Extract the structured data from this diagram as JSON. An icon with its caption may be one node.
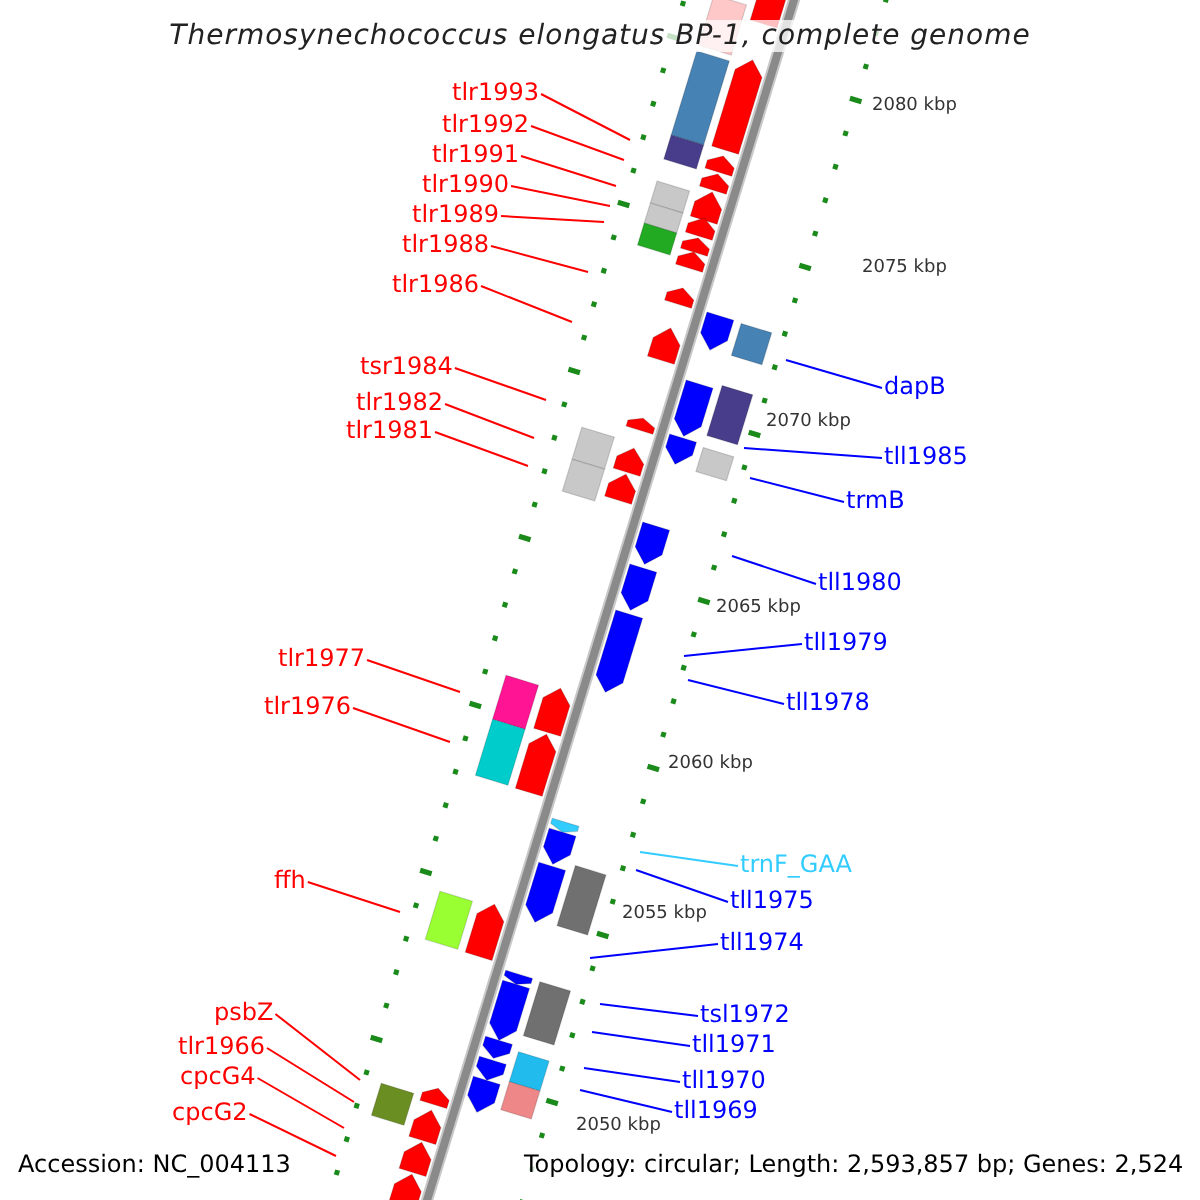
{
  "diagram": {
    "title": "Thermosynechococcus elongatus BP-1, complete genome",
    "nodes": [
      {
        "text": [
          "tlr1993"
        ]
      },
      {
        "text": [
          "tlr1992"
        ]
      },
      {
        "text": [
          "tlr1991"
        ]
      },
      {
        "text": [
          "tlr1990"
        ]
      },
      {
        "text": [
          "tlr1989"
        ]
      },
      {
        "text": [
          "tlr1988"
        ]
      },
      {
        "text": [
          "tlr1986"
        ]
      },
      {
        "text": [
          "tsr1984"
        ]
      },
      {
        "text": [
          "tlr1982"
        ]
      },
      {
        "text": [
          "tlr1981"
        ]
      },
      {
        "text": [
          "tlr1977"
        ]
      },
      {
        "text": [
          "tlr1976"
        ]
      },
      {
        "text": [
          "ffh"
        ]
      },
      {
        "text": [
          "psbZ"
        ]
      },
      {
        "text": [
          "tlr1966"
        ]
      },
      {
        "text": [
          "cpcG4"
        ]
      },
      {
        "text": [
          "cpcG2"
        ]
      },
      {
        "text": [
          "dapB"
        ]
      },
      {
        "text": [
          "tll1985"
        ]
      },
      {
        "text": [
          "trmB"
        ]
      },
      {
        "text": [
          "tll1980"
        ]
      },
      {
        "text": [
          "tll1979"
        ]
      },
      {
        "text": [
          "tll1978"
        ]
      },
      {
        "text": [
          "trnF_GAA"
        ]
      },
      {
        "text": [
          "tll1975"
        ]
      },
      {
        "text": [
          "tll1974"
        ]
      },
      {
        "text": [
          "tsl1972"
        ]
      },
      {
        "text": [
          "tll1971"
        ]
      },
      {
        "text": [
          "tll1970"
        ]
      },
      {
        "text": [
          "tll1969"
        ]
      }
    ],
    "edges": [
      {
        "from": 0,
        "to": null,
        "arrow": "none"
      },
      {
        "from": 1,
        "to": null,
        "arrow": "none"
      },
      {
        "from": 2,
        "to": null,
        "arrow": "none"
      },
      {
        "from": 3,
        "to": null,
        "arrow": "none"
      },
      {
        "from": 4,
        "to": null,
        "arrow": "none"
      },
      {
        "from": 5,
        "to": null,
        "arrow": "none"
      },
      {
        "from": 6,
        "to": null,
        "arrow": "none"
      },
      {
        "from": 7,
        "to": null,
        "arrow": "none"
      },
      {
        "from": 8,
        "to": null,
        "arrow": "none"
      },
      {
        "from": 9,
        "to": null,
        "arrow": "none"
      },
      {
        "from": 10,
        "to": null,
        "arrow": "none"
      },
      {
        "from": 11,
        "to": null,
        "arrow": "none"
      },
      {
        "from": 12,
        "to": null,
        "arrow": "none"
      },
      {
        "from": 13,
        "to": null,
        "arrow": "none"
      },
      {
        "from": 14,
        "to": null,
        "arrow": "none"
      },
      {
        "from": 15,
        "to": null,
        "arrow": "none"
      },
      {
        "from": 16,
        "to": null,
        "arrow": "none"
      },
      {
        "from": 17,
        "to": null,
        "arrow": "none",
        "color": "#0000ff"
      },
      {
        "from": 18,
        "to": null,
        "arrow": "none",
        "color": "#0000ff"
      },
      {
        "from": 19,
        "to": null,
        "arrow": "none",
        "color": "#0000ff"
      },
      {
        "from": 20,
        "to": null,
        "arrow": "none",
        "color": "#0000ff"
      },
      {
        "from": 21,
        "to": null,
        "arrow": "none",
        "color": "#0000ff"
      },
      {
        "from": 22,
        "to": null,
        "arrow": "none",
        "color": "#0000ff"
      },
      {
        "from": 23,
        "to": null,
        "arrow": "none",
        "color": "#33ccff"
      },
      {
        "from": 24,
        "to": null,
        "arrow": "none",
        "color": "#0000ff"
      },
      {
        "from": 25,
        "to": null,
        "arrow": "none",
        "color": "#0000ff"
      },
      {
        "from": 26,
        "to": null,
        "arrow": "none",
        "color": "#0000ff"
      },
      {
        "from": 27,
        "to": null,
        "arrow": "none",
        "color": "#0000ff"
      },
      {
        "from": 28,
        "to": null,
        "arrow": "none",
        "color": "#0000ff"
      },
      {
        "from": 29,
        "to": null,
        "arrow": "none",
        "color": "#0000ff"
      }
    ],
    "labels": [
      "2080 kbp",
      "2075 kbp",
      "2070 kbp",
      "2065 kbp",
      "2060 kbp",
      "2055 kbp",
      "2050 kbp",
      "Accession: NC_004113",
      "Topology: circular; Length: 2,593,857 bp; Genes: 2,524"
    ]
  }
}
